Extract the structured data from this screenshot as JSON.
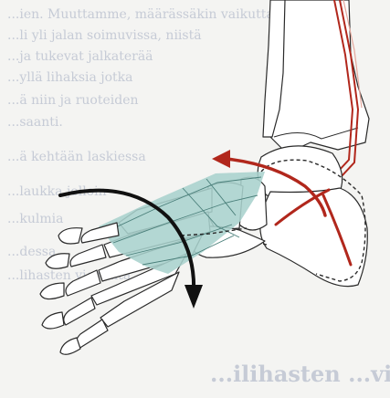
{
  "figure": {
    "bleed_through_text_visible": true,
    "bleed_through_lines": [
      "...ien. Muuttamme, määrässäkin vaikuttaa",
      "...li yli jalan soimuvissa, niistä",
      "...ja tukevat jalkaterää",
      "...yllä lihaksia jotka",
      "...ä niin ja ruoteiden",
      "...saanti.",
      "...ä kehtään laskiessa",
      "...laukka jolloin",
      "...kulmia",
      "...dessa",
      "...lihasten viestintä"
    ],
    "bottom_heading": "...ilihasten ...vien sta",
    "colors": {
      "background": "#f4f4f2",
      "bleed_text": "#c6cbd6",
      "bone_outline": "#2a2a2a",
      "bone_fill": "#ffffff",
      "highlight_region": "#a9d2cd",
      "highlight_edge": "#4a7f7a",
      "arrow_red": "#b1271c",
      "arrow_black": "#111111"
    },
    "icons": [
      "black-curved-arrow-icon",
      "red-curved-arrow-icon",
      "red-crossing-arrow-icon"
    ]
  }
}
